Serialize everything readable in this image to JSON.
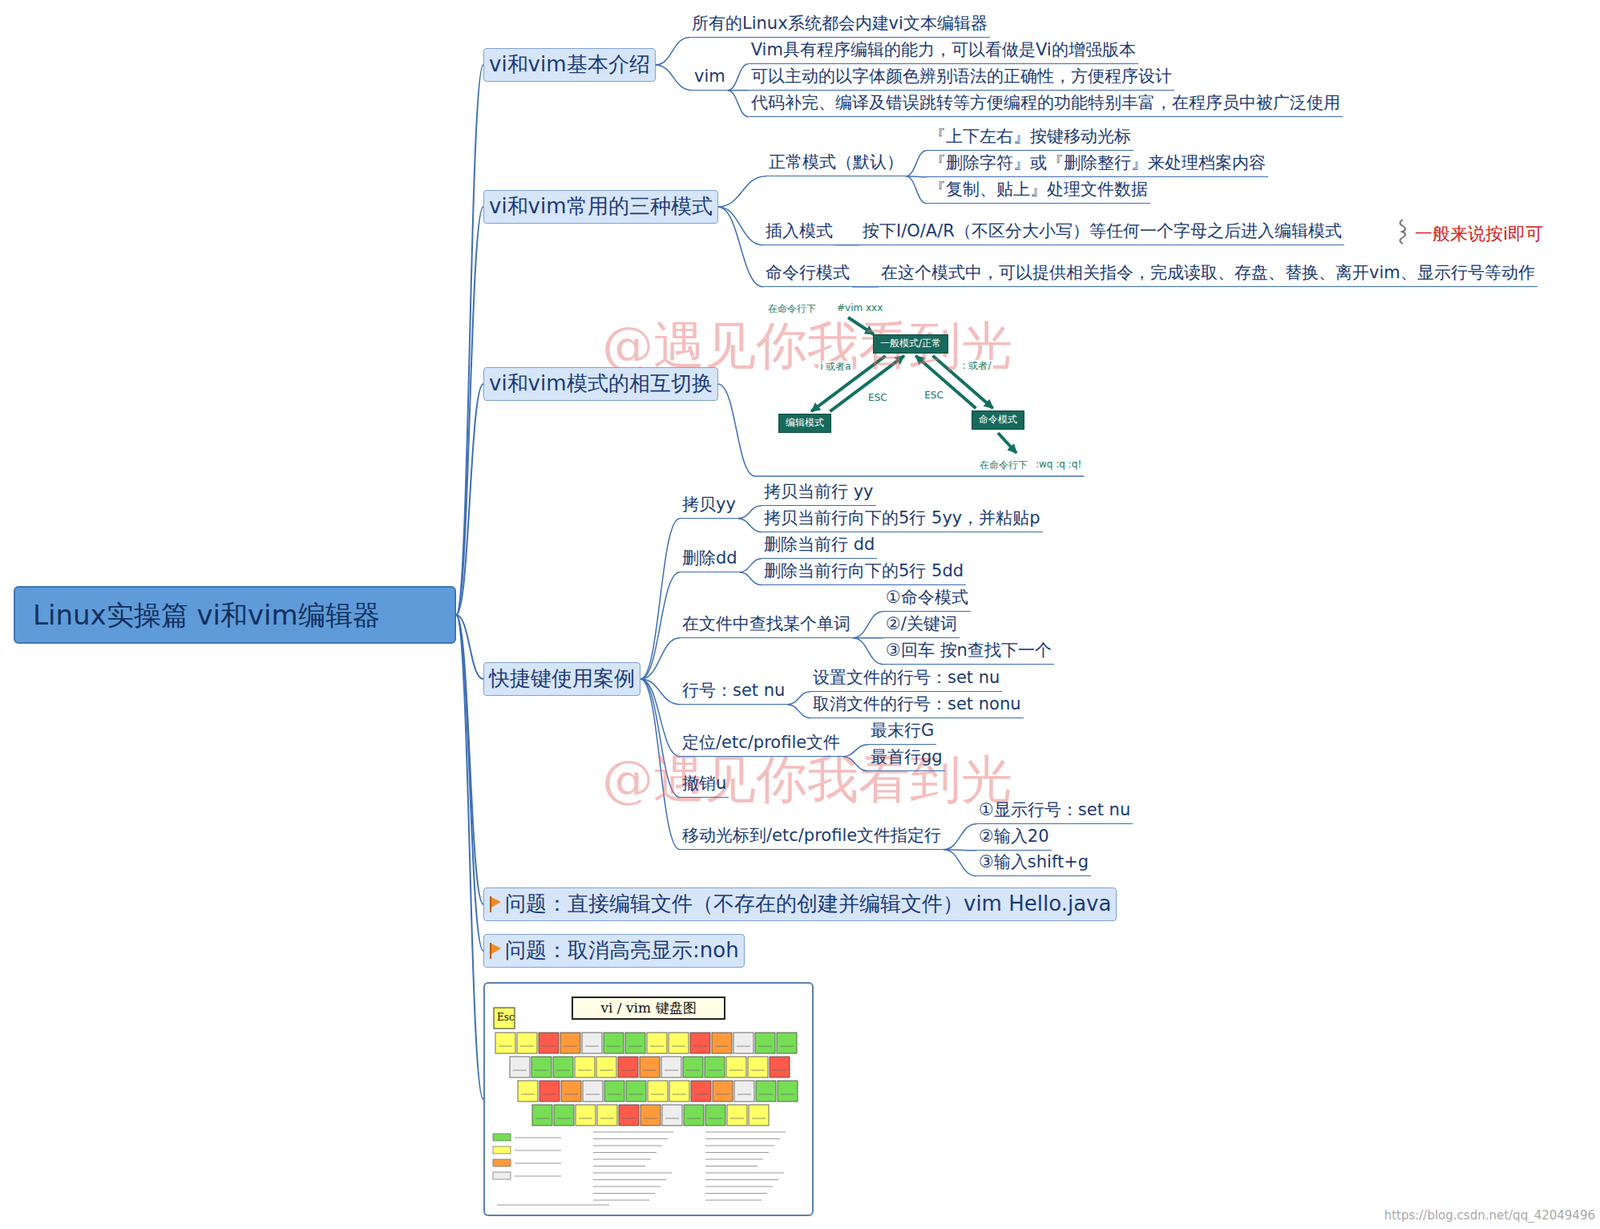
{
  "diagram": {
    "nodes": [
      {
        "text": [
          "Linux实操篇 vi和vim编辑器"
        ]
      },
      {
        "text": [
          "vi和vim基本介绍"
        ]
      },
      {
        "text": [
          "所有的Linux系统都会内建vi文本编辑器"
        ]
      },
      {
        "text": [
          "vim"
        ]
      },
      {
        "text": [
          "Vim具有程序编辑的能力，可以看做是Vi的增强版本"
        ]
      },
      {
        "text": [
          "可以主动的以字体颜色辨别语法的正确性，方便程序设计"
        ]
      },
      {
        "text": [
          "代码补完、编译及错误跳转等方便编程的功能特别丰富，在程序员中被广泛使用"
        ]
      },
      {
        "text": [
          "vi和vim常用的三种模式"
        ]
      },
      {
        "text": [
          "正常模式（默认）"
        ]
      },
      {
        "text": [
          "『上下左右』按键移动光标"
        ]
      },
      {
        "text": [
          "『删除字符』或『删除整行』来处理档案内容"
        ]
      },
      {
        "text": [
          "『复制、贴上』处理文件数据"
        ]
      },
      {
        "text": [
          "插入模式"
        ]
      },
      {
        "text": [
          "按下I/O/A/R（不区分大小写）等任何一个字母之后进入编辑模式"
        ]
      },
      {
        "text": [
          "命令行模式"
        ]
      },
      {
        "text": [
          "在这个模式中，可以提供相关指令，完成读取、存盘、替换、离开vim、显示行号等动作"
        ]
      },
      {
        "text": [
          "vi和vim模式的相互切换"
        ]
      },
      {
        "text": [
          "一般模式/正常"
        ]
      },
      {
        "text": [
          "编辑模式"
        ]
      },
      {
        "text": [
          "命令模式"
        ]
      },
      {
        "text": [
          "快捷键使用案例"
        ]
      },
      {
        "text": [
          "拷贝yy"
        ]
      },
      {
        "text": [
          "拷贝当前行 yy"
        ]
      },
      {
        "text": [
          "拷贝当前行向下的5行 5yy，并粘贴p"
        ]
      },
      {
        "text": [
          "删除dd"
        ]
      },
      {
        "text": [
          "删除当前行 dd"
        ]
      },
      {
        "text": [
          "删除当前行向下的5行 5dd"
        ]
      },
      {
        "text": [
          "在文件中查找某个单词"
        ]
      },
      {
        "text": [
          "①命令模式"
        ]
      },
      {
        "text": [
          "②/关键词"
        ]
      },
      {
        "text": [
          "③回车 按n查找下一个"
        ]
      },
      {
        "text": [
          "行号：set nu"
        ]
      },
      {
        "text": [
          "设置文件的行号：set nu"
        ]
      },
      {
        "text": [
          "取消文件的行号：set nonu"
        ]
      },
      {
        "text": [
          "定位/etc/profile文件"
        ]
      },
      {
        "text": [
          "最末行G"
        ]
      },
      {
        "text": [
          "最首行gg"
        ]
      },
      {
        "text": [
          "撤销u"
        ]
      },
      {
        "text": [
          "移动光标到/etc/profile文件指定行"
        ]
      },
      {
        "text": [
          "①显示行号：set nu"
        ]
      },
      {
        "text": [
          "②输入20"
        ]
      },
      {
        "text": [
          "③输入shift+g"
        ]
      },
      {
        "text": [
          "问题：直接编辑文件（不存在的创建并编辑文件）vim Hello.java"
        ]
      },
      {
        "text": [
          "问题：取消高亮显示:noh"
        ]
      },
      {
        "text": [
          "vi / vim 键盘图"
        ]
      }
    ],
    "edges": [
      {
        "from": 0,
        "to": 1,
        "arrow": "none"
      },
      {
        "from": 0,
        "to": 7,
        "arrow": "none"
      },
      {
        "from": 0,
        "to": 16,
        "arrow": "none"
      },
      {
        "from": 0,
        "to": 20,
        "arrow": "none"
      },
      {
        "from": 0,
        "to": 42,
        "arrow": "none"
      },
      {
        "from": 0,
        "to": 43,
        "arrow": "none"
      },
      {
        "from": 0,
        "to": 44,
        "arrow": "none"
      },
      {
        "from": 1,
        "to": 2,
        "arrow": "none"
      },
      {
        "from": 1,
        "to": 3,
        "arrow": "none"
      },
      {
        "from": 3,
        "to": 4,
        "arrow": "none"
      },
      {
        "from": 3,
        "to": 5,
        "arrow": "none"
      },
      {
        "from": 3,
        "to": 6,
        "arrow": "none"
      },
      {
        "from": 7,
        "to": 8,
        "arrow": "none"
      },
      {
        "from": 7,
        "to": 12,
        "arrow": "none"
      },
      {
        "from": 7,
        "to": 14,
        "arrow": "none"
      },
      {
        "from": 8,
        "to": 9,
        "arrow": "none"
      },
      {
        "from": 8,
        "to": 10,
        "arrow": "none"
      },
      {
        "from": 8,
        "to": 11,
        "arrow": "none"
      },
      {
        "from": 12,
        "to": 13,
        "arrow": "none"
      },
      {
        "from": 14,
        "to": 15,
        "arrow": "none"
      },
      {
        "from": 20,
        "to": 21,
        "arrow": "none"
      },
      {
        "from": 20,
        "to": 24,
        "arrow": "none"
      },
      {
        "from": 20,
        "to": 27,
        "arrow": "none"
      },
      {
        "from": 20,
        "to": 31,
        "arrow": "none"
      },
      {
        "from": 20,
        "to": 34,
        "arrow": "none"
      },
      {
        "from": 20,
        "to": 37,
        "arrow": "none"
      },
      {
        "from": 20,
        "to": 38,
        "arrow": "none"
      },
      {
        "from": 21,
        "to": 22,
        "arrow": "none"
      },
      {
        "from": 21,
        "to": 23,
        "arrow": "none"
      },
      {
        "from": 24,
        "to": 25,
        "arrow": "none"
      },
      {
        "from": 24,
        "to": 26,
        "arrow": "none"
      },
      {
        "from": 27,
        "to": 28,
        "arrow": "none"
      },
      {
        "from": 27,
        "to": 29,
        "arrow": "none"
      },
      {
        "from": 27,
        "to": 30,
        "arrow": "none"
      },
      {
        "from": 31,
        "to": 32,
        "arrow": "none"
      },
      {
        "from": 31,
        "to": 33,
        "arrow": "none"
      },
      {
        "from": 34,
        "to": 35,
        "arrow": "none"
      },
      {
        "from": 34,
        "to": 36,
        "arrow": "none"
      },
      {
        "from": 38,
        "to": 39,
        "arrow": "none"
      },
      {
        "from": 38,
        "to": 40,
        "arrow": "none"
      },
      {
        "from": 38,
        "to": 41,
        "arrow": "none"
      },
      {
        "from": 17,
        "to": 18,
        "arrow": "to",
        "label": "i 或者a"
      },
      {
        "from": 18,
        "to": 17,
        "arrow": "to",
        "label": "ESC"
      },
      {
        "from": 19,
        "to": 17,
        "arrow": "to",
        "label": "ESC"
      },
      {
        "from": 17,
        "to": 19,
        "arrow": "to",
        "label": ": 或者/"
      }
    ],
    "labels": [
      "一般来说按i即可",
      "在命令行下",
      "#vim xxx",
      "在命令行下",
      ":wq :q :q!",
      "@遇见你我看到光",
      "@遇见你我看到光",
      "Esc",
      "https://blog.csdn.net/qq_42049496"
    ]
  }
}
